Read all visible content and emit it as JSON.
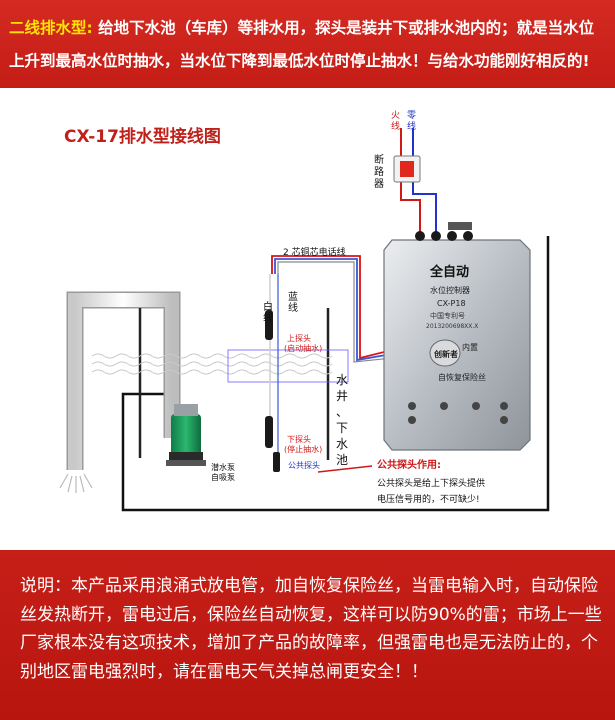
{
  "top_banner": {
    "line1_highlight": "二线排水型:",
    "line1_text": "给地下水池（车库）等排水用，探头是装井下或排水池内的；就是当水位",
    "line2_text": "上升到最高水位时抽水，当水位下降到最低水位时停止抽水！与给水功能刚好相反的!"
  },
  "diagram": {
    "title": "CX-17排水型接线图",
    "wires": {
      "live": "火线",
      "neutral": "零线"
    },
    "breaker_label": "断路器",
    "cable_label": "2 芯铜芯电话线",
    "white_wire": "白线",
    "blue_wire": "蓝线",
    "upper_probe": "上探头",
    "upper_probe_note": "(启动抽水)",
    "lower_probe": "下探头",
    "lower_probe_note": "(停止抽水)",
    "common_probe": "公共探头",
    "well_label": "水井、下水池",
    "pump_label_1": "潜水泵",
    "pump_label_2": "自吸泵",
    "controller": {
      "brand": "全自动",
      "name": "水位控制器",
      "model": "CX-P18",
      "patent": "中国专利号",
      "patent_no": "2013200698XX.X",
      "logo": "创新者",
      "feature_left": "内置",
      "feature_right": "自恢复保险丝"
    },
    "callout_title": "公共探头作用:",
    "callout_line1": "公共探头是给上下探头提供",
    "callout_line2": "电压信号用的，不可缺少!"
  },
  "bottom_banner": {
    "text": "说明：本产品采用浪涌式放电管，加自恢复保险丝，当雷电输入时，自动保险丝发热断开，雷电过后，保险丝自动恢复，这样可以防90%的雷；市场上一些厂家根本没有这项技术，增加了产品的故障率，但强雷电也是无法防止的，个别地区雷电强烈时，请在雷电天气关掉总闸更安全！！"
  },
  "colors": {
    "banner_red": "#c41d16",
    "highlight_yellow": "#ffe400",
    "title_red": "#c0201a"
  }
}
